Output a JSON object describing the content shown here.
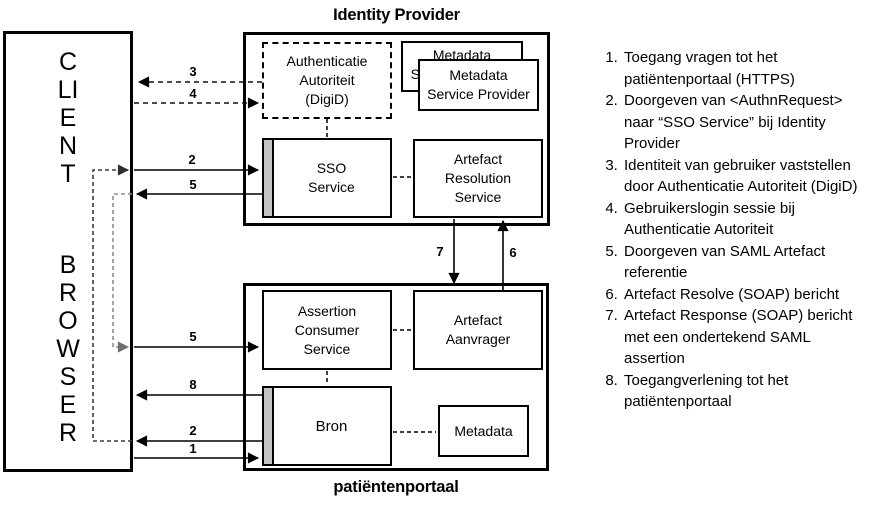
{
  "browser": {
    "word1": "CLIENT",
    "word2": "BROWSER"
  },
  "idp": {
    "title": "Identity Provider",
    "auth": {
      "lines": [
        "Authenticatie",
        "Autoriteit",
        "(DigiD)"
      ]
    },
    "metadata_back": {
      "lines": [
        "Metadata",
        "Service Provider"
      ]
    },
    "metadata_front": {
      "lines": [
        "Metadata",
        "Service Provider"
      ]
    },
    "sso": {
      "lines": [
        "SSO",
        "Service"
      ]
    },
    "ars": {
      "lines": [
        "Artefact",
        "Resolution",
        "Service"
      ]
    }
  },
  "portal": {
    "title": "patiëntenportaal",
    "acs": {
      "lines": [
        "Assertion",
        "Consumer",
        "Service"
      ]
    },
    "aanvrager": {
      "lines": [
        "Artefact",
        "Aanvrager"
      ]
    },
    "bron": {
      "lines": [
        "Bron"
      ]
    },
    "metadata": {
      "lines": [
        "Metadata"
      ]
    }
  },
  "arrow_labels": {
    "n1": "1",
    "n2_top": "2",
    "n2_bottom": "2",
    "n3": "3",
    "n4": "4",
    "n5_top": "5",
    "n5_bottom": "5",
    "n6": "6",
    "n7": "7",
    "n8": "8"
  },
  "steps": [
    "Toegang vragen tot het patiëntenportaal (HTTPS)",
    "Doorgeven van <AuthnRequest> naar “SSO Service” bij Identity Provider",
    "Identiteit van gebruiker vaststellen door Authenticatie Autoriteit (DigiD)",
    "Gebruikerslogin sessie bij Authenticatie Autoriteit",
    "Doorgeven van SAML Artefact referentie",
    "Artefact Resolve (SOAP) bericht",
    "Artefact Response (SOAP) bericht met een ondertekend SAML assertion",
    "Toegangverlening tot het patiëntenportaal"
  ],
  "colors": {
    "line": "#000000",
    "port_bar_gray": "#c4c4c4",
    "route2_dash": "#3c3c3c",
    "route5_dash": "#8e8e8e"
  }
}
